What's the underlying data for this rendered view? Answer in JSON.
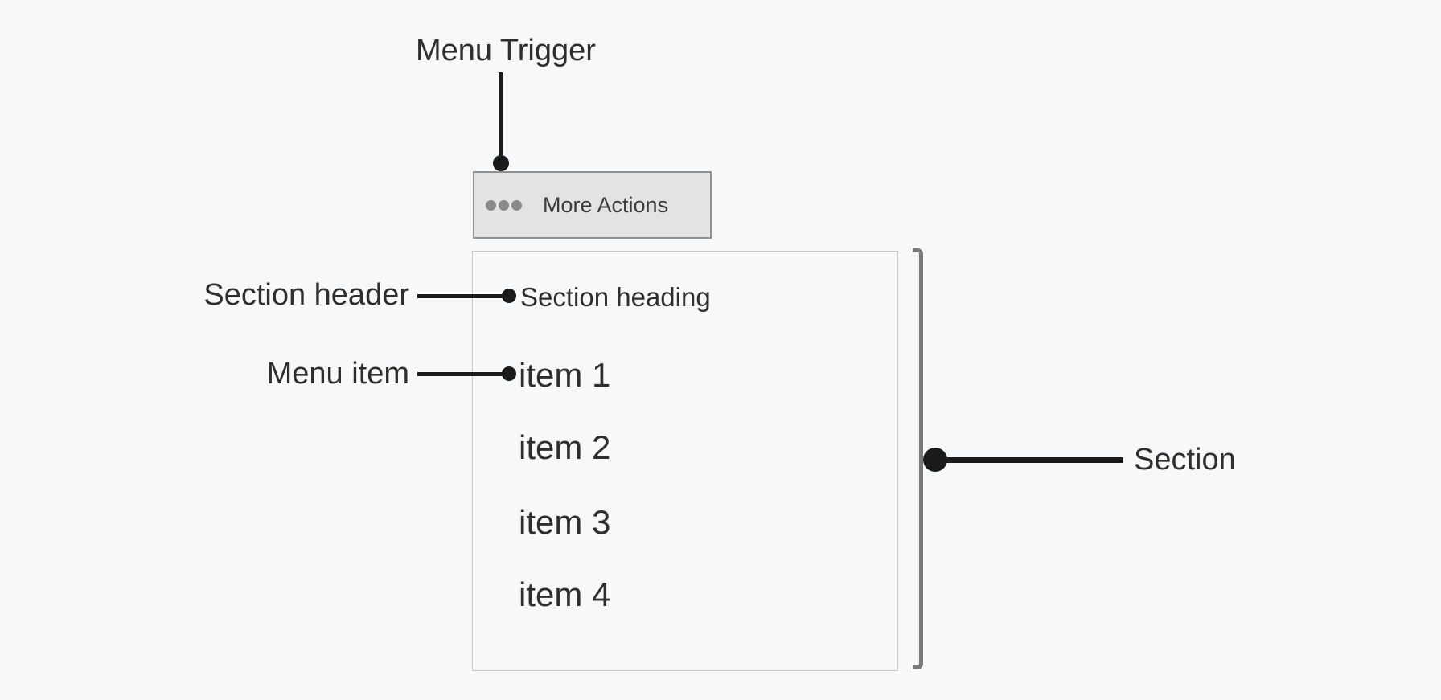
{
  "annotations": {
    "menu_trigger": "Menu Trigger",
    "section_header": "Section header",
    "menu_item": "Menu item",
    "section": "Section"
  },
  "trigger_button": {
    "label": "More Actions",
    "icon": "ellipsis-icon"
  },
  "menu": {
    "section_heading": "Section heading",
    "items": [
      "item 1",
      "item 2",
      "item 3",
      "item 4"
    ]
  },
  "colors": {
    "page_bg": "#f7f8f9",
    "connector": "#1b1b1b",
    "button_bg": "#e3e3e4",
    "button_border": "#909090",
    "button_icon": "#8a8a8a",
    "panel_border": "#c5c6c7",
    "bracket": "#7a7a7b",
    "text": "#2e2e2e"
  }
}
